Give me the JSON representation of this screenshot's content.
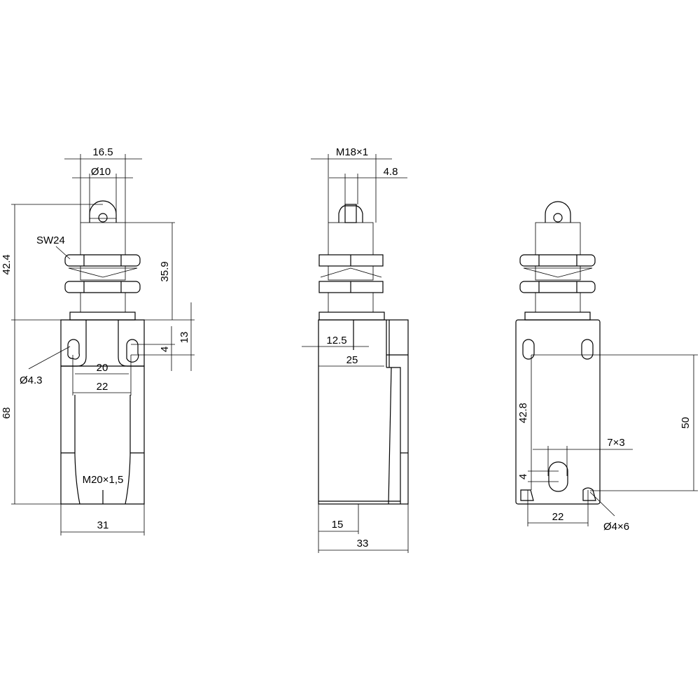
{
  "drawing": {
    "type": "technical-dimension-drawing",
    "subject": "roller plunger limit switch",
    "views": {
      "front": {
        "labels": {
          "width_top": "16.5",
          "roller_dia": "Ø10",
          "nut": "SW24",
          "overall_actuator_height": "42.4",
          "thread_length": "35.9",
          "offset_13": "13",
          "offset_4": "4",
          "hole_dia": "Ø4.3",
          "hole_spacing_20": "20",
          "hole_spacing_22": "22",
          "body_height": "68",
          "cable_thread": "M20×1,5",
          "body_width": "31"
        }
      },
      "side": {
        "labels": {
          "thread": "M18×1",
          "plunger_width": "4.8",
          "center_12_5": "12.5",
          "depth_25": "25",
          "bottom_15": "15",
          "body_depth": "33"
        }
      },
      "rear": {
        "labels": {
          "slot_height": "42.8",
          "slot_size": "7×3",
          "slot_offset": "4",
          "hole_spacing": "50",
          "bottom_spacing": "22",
          "bottom_hole": "Ø4×6"
        }
      }
    },
    "colors": {
      "line": "#000000",
      "background": "#ffffff"
    }
  }
}
